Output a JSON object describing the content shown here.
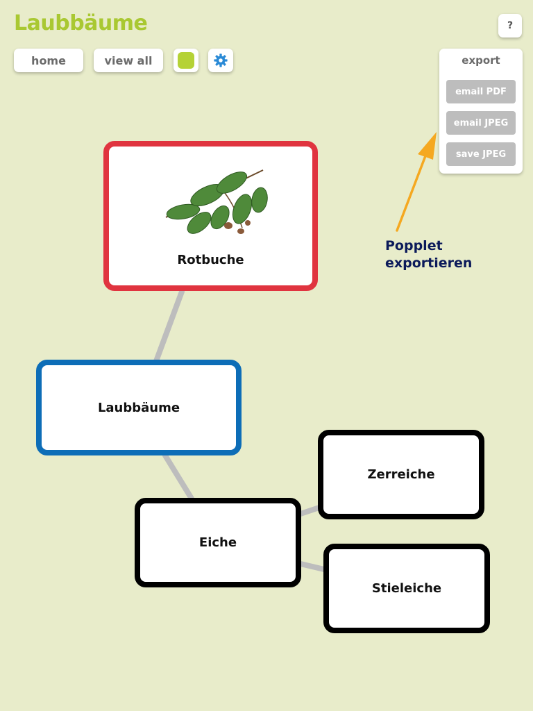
{
  "app": {
    "title": "Laubbäume"
  },
  "toolbar": {
    "help_label": "?",
    "home_label": "home",
    "view_all_label": "view all",
    "color_swatch": "#b5d236",
    "gear_color": "#2a8ad6"
  },
  "export": {
    "title": "export",
    "items": [
      "email PDF",
      "email JPEG",
      "save JPEG"
    ]
  },
  "annotation": {
    "line1": "Popplet",
    "line2": "exportieren",
    "arrow_color": "#f5a820"
  },
  "nodes": {
    "rotbuche": {
      "label": "Rotbuche",
      "border": "#e0343f"
    },
    "laubbaeume": {
      "label": "Laubbäume",
      "border": "#0d6db7"
    },
    "eiche": {
      "label": "Eiche",
      "border": "#000000"
    },
    "zerreiche": {
      "label": "Zerreiche",
      "border": "#000000"
    },
    "stieleiche": {
      "label": "Stieleiche",
      "border": "#000000"
    }
  },
  "colors": {
    "background": "#e8ecca",
    "title": "#a9c832",
    "connector": "#bdbdbd"
  }
}
